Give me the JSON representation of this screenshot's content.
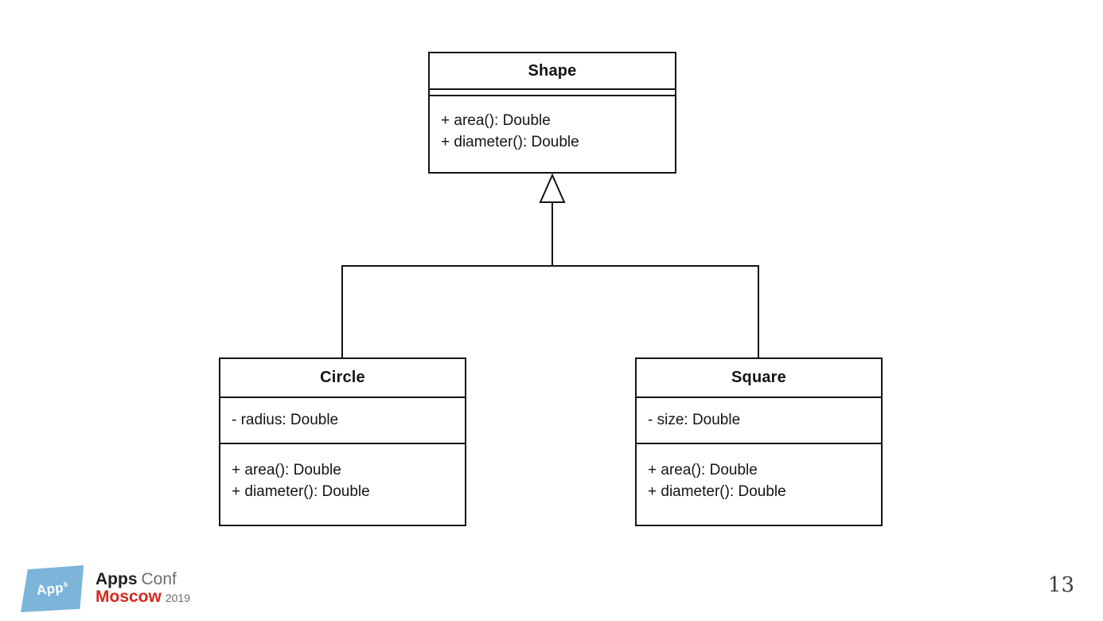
{
  "slide": {
    "page_number": "13"
  },
  "diagram": {
    "type": "uml-class-diagram",
    "classes": [
      {
        "name": "Shape",
        "attributes": [],
        "methods": [
          "+ area(): Double",
          "+ diameter(): Double"
        ]
      },
      {
        "name": "Circle",
        "attributes": [
          "- radius: Double"
        ],
        "methods": [
          "+ area(): Double",
          "+ diameter(): Double"
        ]
      },
      {
        "name": "Square",
        "attributes": [
          "- size: Double"
        ],
        "methods": [
          "+ area(): Double",
          "+ diameter(): Double"
        ]
      }
    ],
    "relations": [
      {
        "type": "generalization",
        "from": "Circle",
        "to": "Shape"
      },
      {
        "type": "generalization",
        "from": "Square",
        "to": "Shape"
      }
    ]
  },
  "logo": {
    "badge_word": "App",
    "badge_sup": "s",
    "name_bold": "Apps",
    "name_light": "Conf",
    "city_bold": "Moscow",
    "year": "2019"
  },
  "colors": {
    "line_color": "#141414",
    "logo_blue": "#7db4da",
    "logo_red": "#d5281e",
    "logo_gray": "#6e6e6e",
    "page_number_color": "#3d3d3d"
  }
}
